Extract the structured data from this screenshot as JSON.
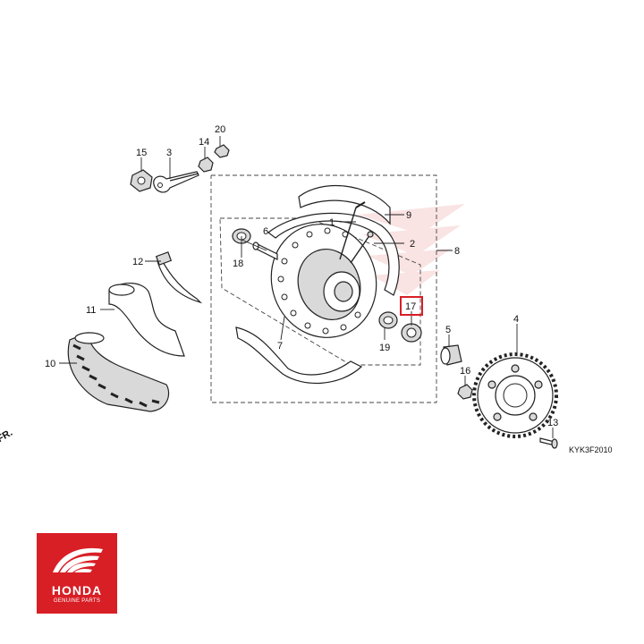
{
  "diagram": {
    "catalog_code": "KYK3F2010",
    "front_marker": "FR.",
    "highlighted_part": "17",
    "part_labels": {
      "p1": "1",
      "p2": "2",
      "p3": "3",
      "p4": "4",
      "p5": "5",
      "p6": "6",
      "p7": "7",
      "p8": "8",
      "p9": "9",
      "p10": "10",
      "p11": "11",
      "p12": "12",
      "p13": "13",
      "p14": "14",
      "p15": "15",
      "p16": "16",
      "p17": "17",
      "p18": "18",
      "p19": "19",
      "p20": "20"
    }
  },
  "logo": {
    "brand": "HONDA",
    "tagline": "GENUINE PARTS",
    "color": "#d81f26"
  }
}
